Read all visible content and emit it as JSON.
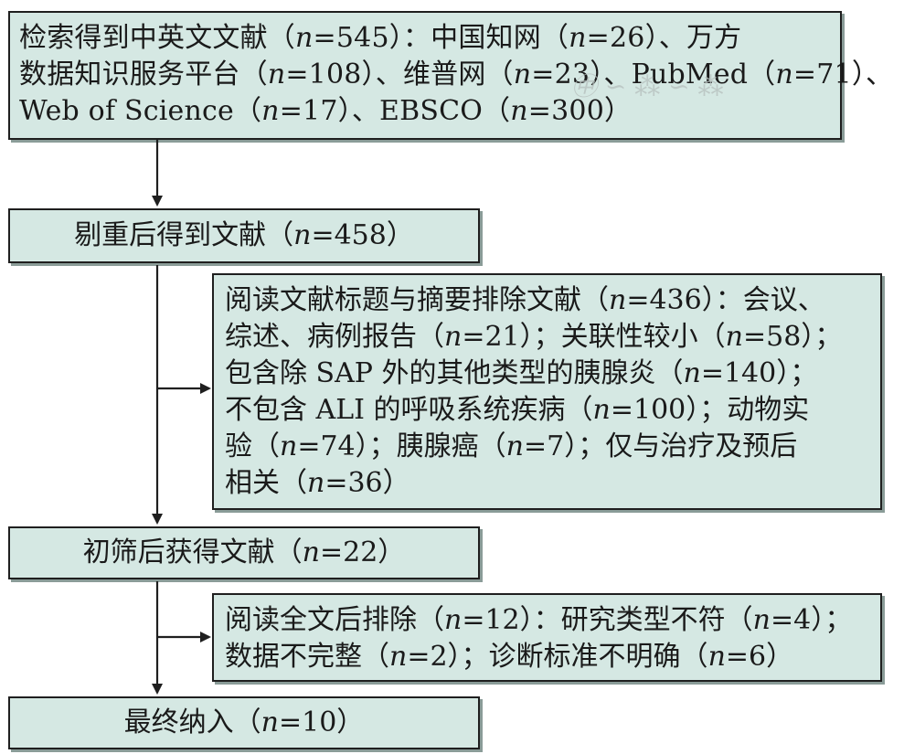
{
  "boxes": {
    "search": {
      "lines": [
        [
          "检索得到中英文文献（",
          "n",
          "=545）：中国知网（",
          "n",
          "=26）、万方"
        ],
        [
          "数据知识服务平台（",
          "n",
          "=108）、维普网（",
          "n",
          "=23）、PubMed（",
          "n",
          "=71）、"
        ],
        [
          "Web of Science（",
          "n",
          "=17）、EBSCO（",
          "n",
          "=300）"
        ]
      ]
    },
    "dedup": {
      "lines": [
        [
          "剔重后得到文献（",
          "n",
          "=458）"
        ]
      ]
    },
    "exclude_abstract": {
      "lines": [
        [
          "阅读文献标题与摘要排除文献（",
          "n",
          "=436）：会议、"
        ],
        [
          "综述、病例报告（",
          "n",
          "=21）；关联性较小（",
          "n",
          "=58）；"
        ],
        [
          "包含除 SAP 外的其他类型的胰腺炎（",
          "n",
          "=140）；"
        ],
        [
          "不包含 ALI 的呼吸系统疾病（",
          "n",
          "=100）；动物实"
        ],
        [
          "验（",
          "n",
          "=74）；胰腺癌（",
          "n",
          "=7）；仅与治疗及预后"
        ],
        [
          "相关（",
          "n",
          "=36）"
        ]
      ]
    },
    "screened": {
      "lines": [
        [
          "初筛后获得文献（",
          "n",
          "=22）"
        ]
      ]
    },
    "exclude_fulltext": {
      "lines": [
        [
          "阅读全文后排除（",
          "n",
          "=12）：研究类型不符（",
          "n",
          "=4）；"
        ],
        [
          "数据不完整（",
          "n",
          "=2）；诊断标准不明确（",
          "n",
          "=6）"
        ]
      ]
    },
    "final": {
      "lines": [
        [
          "最终纳入（",
          "n",
          "=10）"
        ]
      ]
    }
  },
  "colors": {
    "box_fill": "#d5e8e3",
    "border": "#1f1f1f"
  }
}
